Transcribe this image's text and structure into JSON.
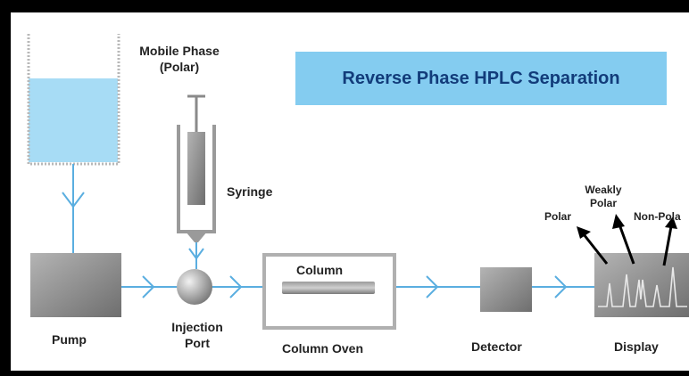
{
  "title": "Reverse Phase HPLC Separation",
  "labels": {
    "mobile_phase_line1": "Mobile Phase",
    "mobile_phase_line2": "(Polar)",
    "syringe": "Syringe",
    "pump": "Pump",
    "injection_port_line1": "Injection",
    "injection_port_line2": "Port",
    "column": "Column",
    "column_oven": "Column Oven",
    "detector": "Detector",
    "display": "Display",
    "peak_polar": "Polar",
    "peak_weakly_polar_line1": "Weakly",
    "peak_weakly_polar_line2": "Polar",
    "peak_non_polar": "Non-Pola"
  },
  "colors": {
    "flow_line": "#5aaee0",
    "reservoir_liquid": "#a7dcf5",
    "component_gray": "#8a8a8a",
    "title_background": "#84ccf0",
    "title_text": "#123c7a"
  }
}
